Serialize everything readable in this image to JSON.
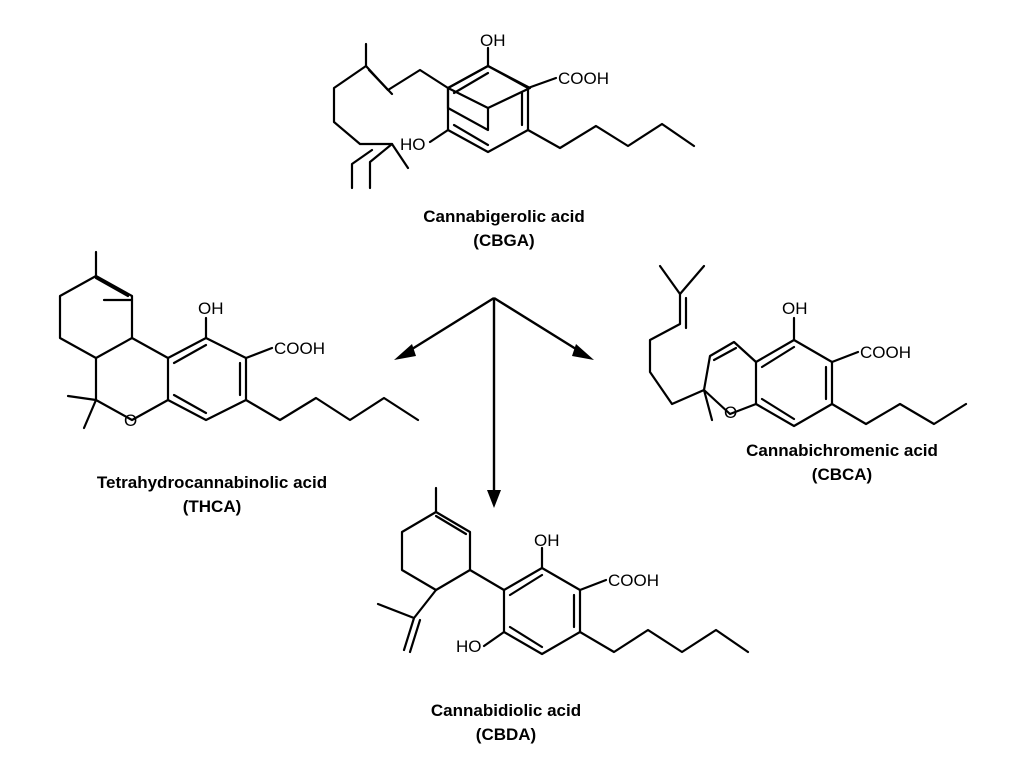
{
  "compounds": {
    "cbga": {
      "name": "Cannabigerolic acid",
      "abbr": "(CBGA)",
      "labels": {
        "oh": "OH",
        "cooh": "COOH",
        "ho": "HO"
      }
    },
    "thca": {
      "name": "Tetrahydrocannabinolic acid",
      "abbr": "(THCA)",
      "labels": {
        "oh": "OH",
        "cooh": "COOH",
        "o": "O"
      }
    },
    "cbca": {
      "name": "Cannabichromenic acid",
      "abbr": "(CBCA)",
      "labels": {
        "oh": "OH",
        "cooh": "COOH",
        "o": "O"
      }
    },
    "cbda": {
      "name": "Cannabidiolic acid",
      "abbr": "(CBDA)",
      "labels": {
        "oh": "OH",
        "cooh": "COOH",
        "ho": "HO"
      }
    }
  }
}
